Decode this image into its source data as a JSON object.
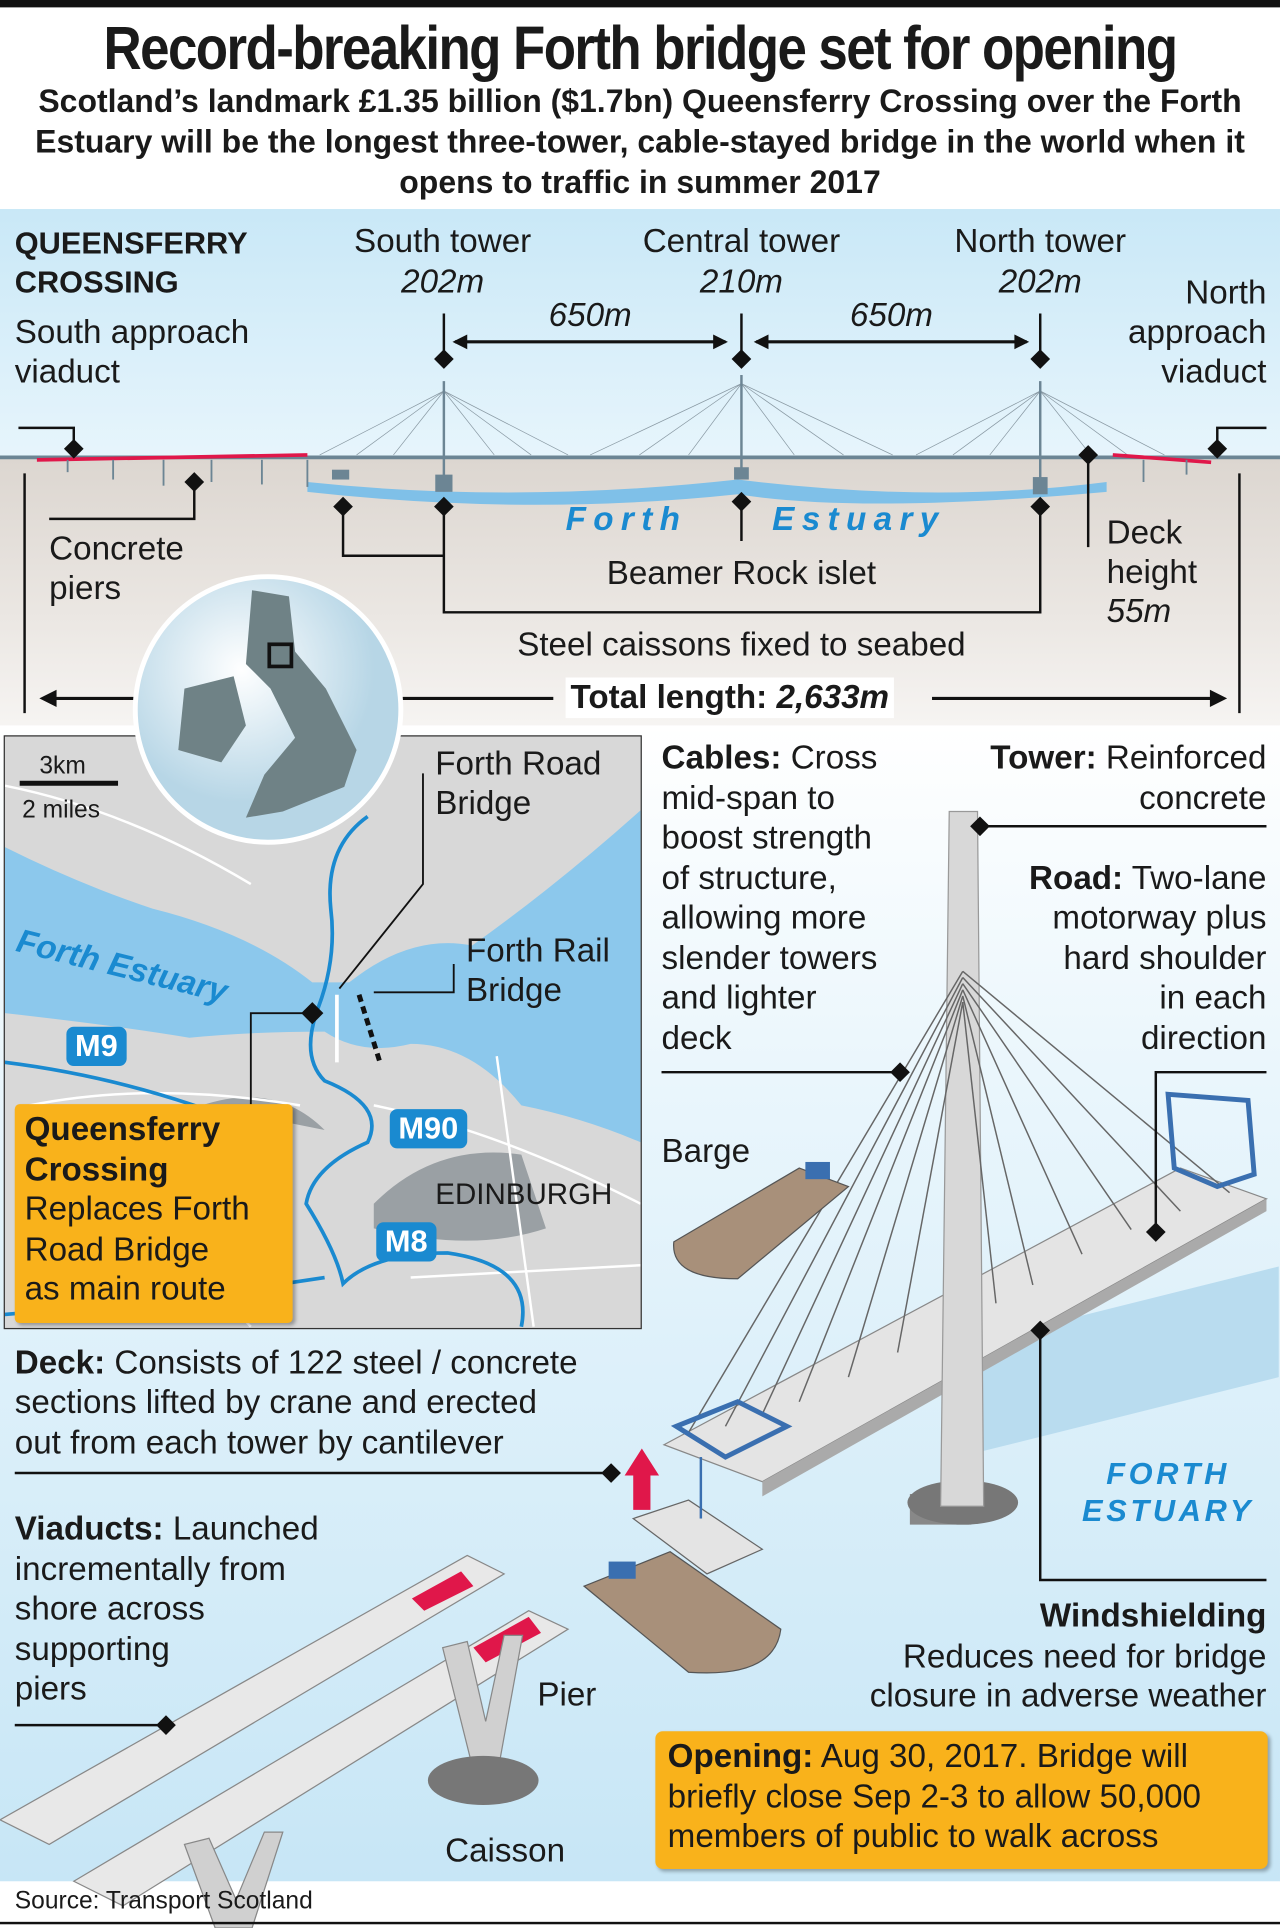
{
  "title": "Record-breaking Forth bridge set for opening",
  "subtitle": "Scotland’s landmark £1.35 billion ($1.7bn) Queensferry Crossing over the Forth Estuary will be the longest three-tower, cable-stayed bridge in the world when it opens to traffic in summer 2017",
  "profile": {
    "heading_line1": "QUEENSFERRY",
    "heading_line2": "CROSSING",
    "south_tower": {
      "label": "South tower",
      "height": "202m"
    },
    "central_tower": {
      "label": "Central tower",
      "height": "210m"
    },
    "north_tower": {
      "label": "North tower",
      "height": "202m"
    },
    "span_left": "650m",
    "span_right": "650m",
    "south_viaduct": [
      "South approach",
      "viaduct"
    ],
    "north_viaduct": [
      "North",
      "approach",
      "viaduct"
    ],
    "concrete_piers": [
      "Concrete",
      "piers"
    ],
    "estuary_left": "Forth",
    "estuary_right": "Estuary",
    "beamer_rock": "Beamer Rock islet",
    "deck_height": [
      "Deck",
      "height",
      "55m"
    ],
    "caissons": "Steel caissons fixed to seabed",
    "total_label": "Total length:",
    "total_value": "2,633m"
  },
  "map": {
    "scale_km": "3km",
    "scale_miles": "2 miles",
    "forth_road_bridge": [
      "Forth Road",
      "Bridge"
    ],
    "forth_rail_bridge": [
      "Forth Rail",
      "Bridge"
    ],
    "estuary": "Forth Estuary",
    "roads": [
      "M9",
      "M90",
      "M8"
    ],
    "city": "EDINBURGH",
    "callout_title": [
      "Queensferry",
      "Crossing"
    ],
    "callout_text": [
      "Replaces Forth",
      "Road Bridge",
      "as main route"
    ]
  },
  "notes": {
    "cables_title": "Cables:",
    "cables_text": [
      "Cross",
      "mid-span to",
      "boost strength",
      "of structure,",
      "allowing more",
      "slender towers",
      "and lighter",
      "deck"
    ],
    "tower_title": "Tower:",
    "tower_text": [
      "Reinforced",
      "concrete"
    ],
    "road_title": "Road:",
    "road_text": [
      "Two-lane",
      "motorway plus",
      "hard shoulder",
      "in each",
      "direction"
    ],
    "barge": "Barge",
    "deck_title": "Deck:",
    "deck_text": [
      "Consists of 122 steel / concrete",
      "sections lifted by crane and erected",
      "out from each tower by cantilever"
    ],
    "viaducts_title": "Viaducts:",
    "viaducts_text": [
      "Launched",
      "incrementally from",
      "shore across",
      "supporting",
      "piers"
    ],
    "pier": "Pier",
    "caisson": "Caisson",
    "estuary_line1": "FORTH",
    "estuary_line2": "ESTUARY",
    "windshield_title": "Windshielding",
    "windshield_text": [
      "Reduces need for bridge",
      "closure in adverse weather"
    ],
    "opening_title": "Opening:",
    "opening_text": "Aug 30, 2017. Bridge will briefly close Sep 2-3 to allow 50,000 members of public to walk across"
  },
  "source": "Source: Transport Scotland",
  "colors": {
    "accent_blue": "#1a8ad0",
    "callout_orange": "#f9b21b",
    "water": "#8cc8ec",
    "land": "#d8d8d8"
  }
}
